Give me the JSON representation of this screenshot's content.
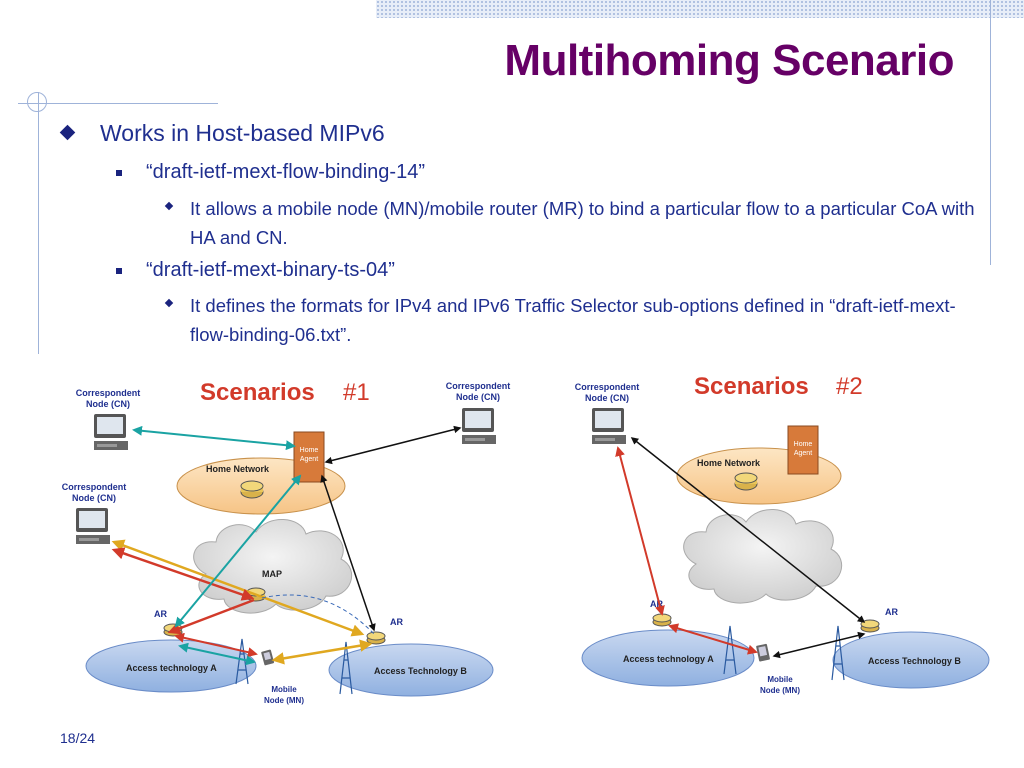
{
  "slide": {
    "title": "Multihoming Scenario",
    "bullets": [
      {
        "text": "Works in Host-based MIPv6",
        "children": [
          {
            "text": "“draft-ietf-mext-flow-binding-14”",
            "children": [
              {
                "text": "It allows a mobile node (MN)/mobile router (MR) to bind a particular flow to a particular CoA with HA and CN."
              }
            ]
          },
          {
            "text": "“draft-ietf-mext-binary-ts-04”",
            "children": [
              {
                "text": "It defines the formats for IPv4 and IPv6 Traffic Selector sub-options defined in “draft-ietf-mext-flow-binding-06.txt”."
              }
            ]
          }
        ]
      }
    ],
    "page_number": "18/24"
  },
  "scenario1": {
    "title_word": "Scenarios",
    "title_num": "#1",
    "cn_top_left": [
      "Correspondent",
      "Node (CN)"
    ],
    "cn_mid_left": [
      "Correspondent",
      "Node (CN)"
    ],
    "cn_top_right": [
      "Correspondent",
      "Node (CN)"
    ],
    "home_network": "Home Network",
    "home_agent": [
      "Home",
      "Agent"
    ],
    "map": "MAP",
    "ar_left": "AR",
    "ar_right": "AR",
    "access_a": "Access technology A",
    "access_b": "Access Technology B",
    "mobile_node": [
      "Mobile",
      "Node (MN)"
    ]
  },
  "scenario2": {
    "title_word": "Scenarios",
    "title_num": "#2",
    "cn": [
      "Correspondent",
      "Node (CN)"
    ],
    "home_network": "Home Network",
    "home_agent": [
      "Home",
      "Agent"
    ],
    "ar_left": "AR",
    "ar_right": "AR",
    "access_a": "Access technology A",
    "access_b": "Access Technology B",
    "mobile_node": [
      "Mobile",
      "Node (MN)"
    ]
  },
  "colors": {
    "title": "#660066",
    "text": "#1f2f8f",
    "arrow_red": "#d23a2a",
    "arrow_teal": "#1aa3a3",
    "arrow_gold": "#e0a820",
    "arrow_black": "#111111"
  }
}
